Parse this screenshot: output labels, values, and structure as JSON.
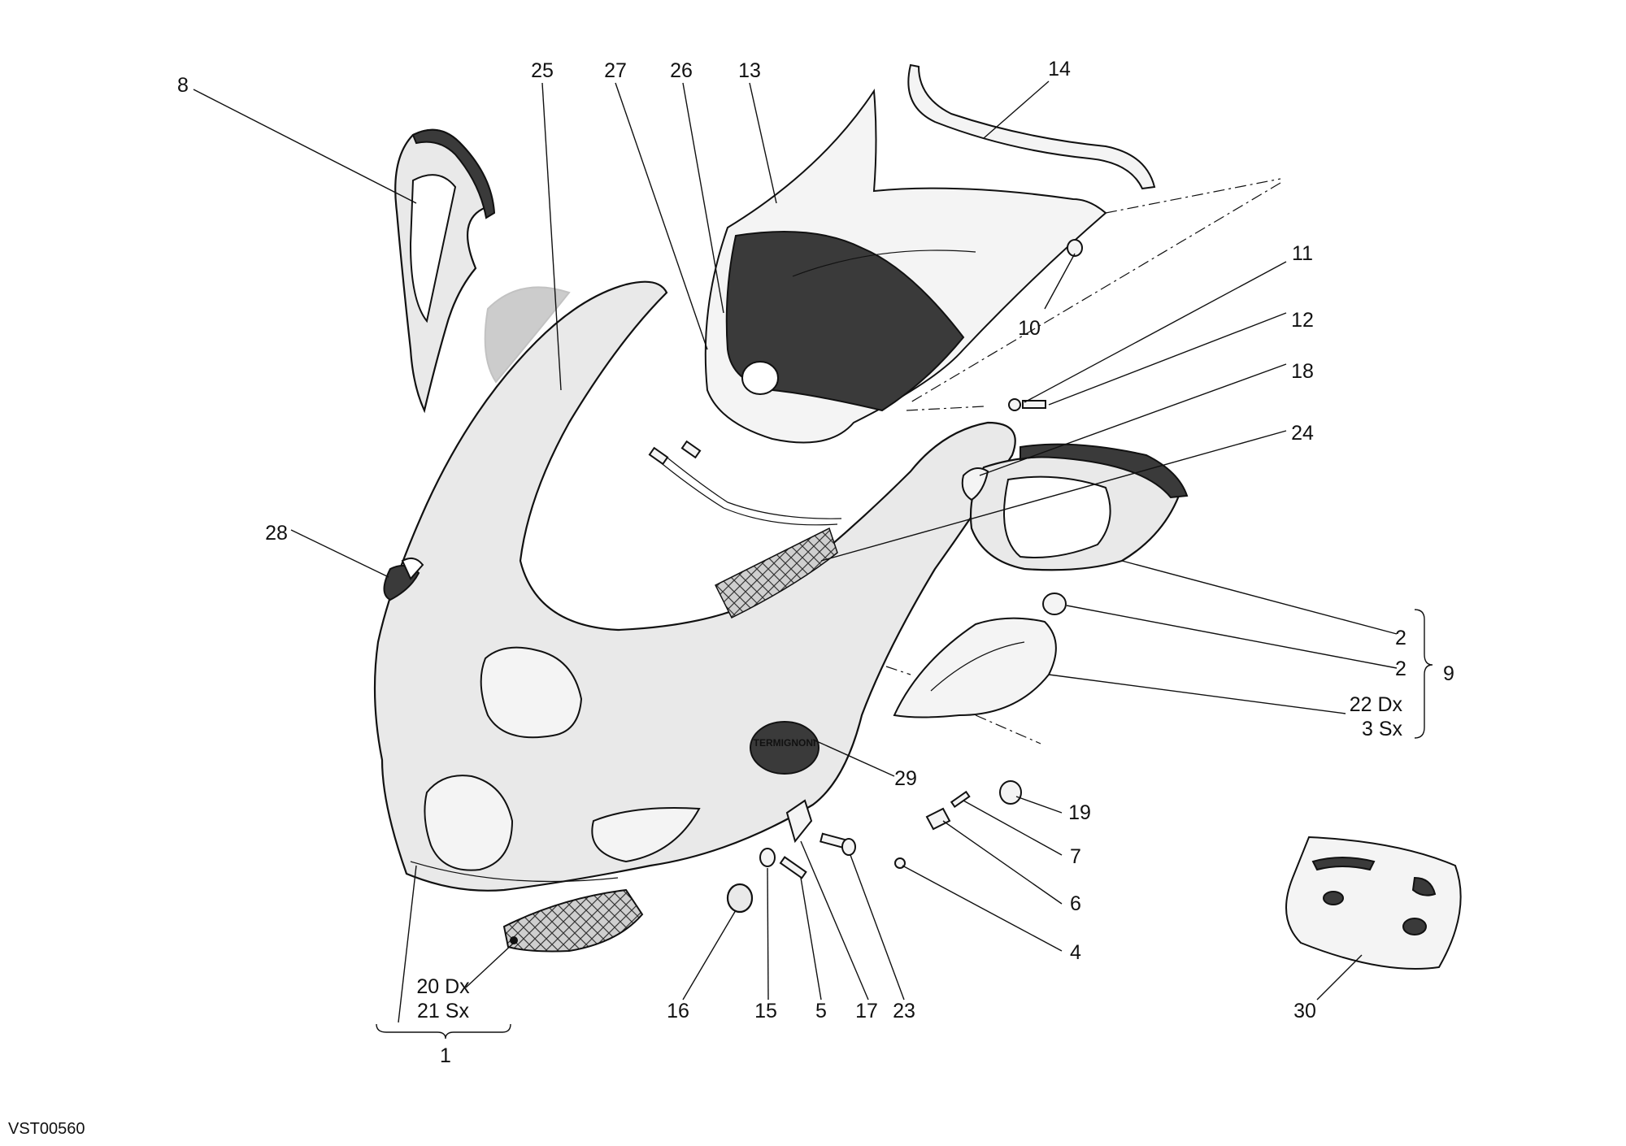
{
  "diagram_code": "VST00560",
  "logo_text": "TERMIGNONI",
  "callouts": [
    {
      "id": "c8",
      "text": "8"
    },
    {
      "id": "c25",
      "text": "25"
    },
    {
      "id": "c27",
      "text": "27"
    },
    {
      "id": "c26",
      "text": "26"
    },
    {
      "id": "c13",
      "text": "13"
    },
    {
      "id": "c14",
      "text": "14"
    },
    {
      "id": "c11",
      "text": "11"
    },
    {
      "id": "c10",
      "text": "10"
    },
    {
      "id": "c12",
      "text": "12"
    },
    {
      "id": "c18",
      "text": "18"
    },
    {
      "id": "c24",
      "text": "24"
    },
    {
      "id": "c28",
      "text": "28"
    },
    {
      "id": "c2a",
      "text": "2"
    },
    {
      "id": "c2b",
      "text": "2"
    },
    {
      "id": "c9",
      "text": "9"
    },
    {
      "id": "c22",
      "text": "22 Dx"
    },
    {
      "id": "c3",
      "text": "3 Sx"
    },
    {
      "id": "c29",
      "text": "29"
    },
    {
      "id": "c19",
      "text": "19"
    },
    {
      "id": "c7",
      "text": "7"
    },
    {
      "id": "c6",
      "text": "6"
    },
    {
      "id": "c4",
      "text": "4"
    },
    {
      "id": "c20",
      "text": "20 Dx"
    },
    {
      "id": "c21",
      "text": "21 Sx"
    },
    {
      "id": "c1",
      "text": "1"
    },
    {
      "id": "c16",
      "text": "16"
    },
    {
      "id": "c15",
      "text": "15"
    },
    {
      "id": "c5",
      "text": "5"
    },
    {
      "id": "c17",
      "text": "17"
    },
    {
      "id": "c23",
      "text": "23"
    },
    {
      "id": "c30",
      "text": "30"
    }
  ]
}
